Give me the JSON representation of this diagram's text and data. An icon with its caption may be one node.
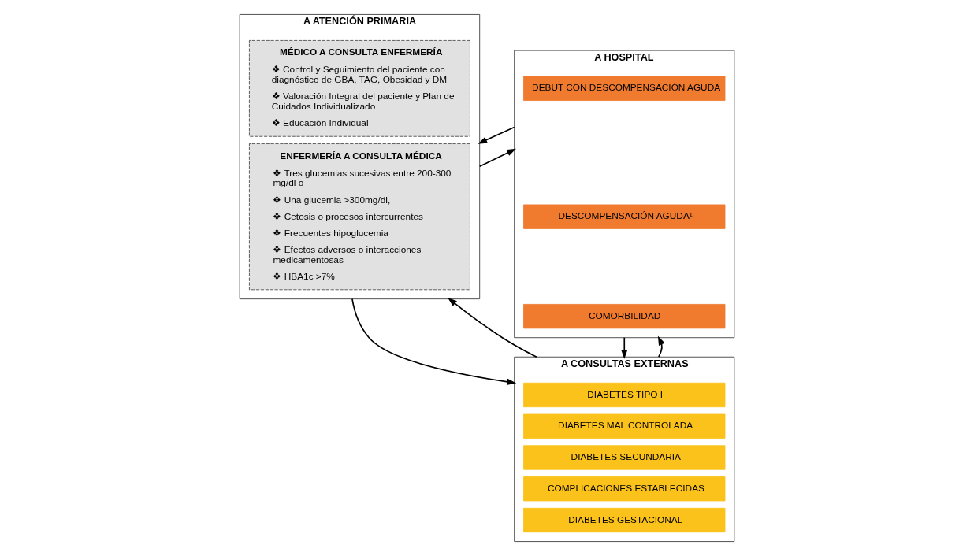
{
  "diagram": {
    "nodes": [
      {
        "text": [
          "A ATENCIÓN PRIMARIA"
        ]
      },
      {
        "text": [
          "MÉDICO A CONSULTA ENFERMERÍA",
          "❖ Control y Seguimiento del paciente con diagnóstico de GBA, TAG, Obesidad y DM",
          "❖ Valoración Integral del paciente y Plan de Cuidados Individualizado",
          "❖ Educación Individual"
        ],
        "in": 0
      },
      {
        "text": [
          "ENFERMERÍA A CONSULTA MÉDICA",
          "❖ Tres glucemias sucesivas entre 200-300 mg/dl o",
          "❖ Una glucemia >300mg/dl,",
          "❖ Cetosis o procesos intercurrentes",
          "❖ Frecuentes hipoglucemia",
          "❖ Efectos adversos o interacciones medicamentosas",
          "❖ HBA1c >7%"
        ],
        "in": 0
      },
      {
        "text": [
          "A HOSPITAL"
        ]
      },
      {
        "text": [
          "DEBUT CON DESCOMPENSACIÓN AGUDA"
        ],
        "in": 3
      },
      {
        "text": [
          "DESCOMPENSACIÓN AGUDA¹"
        ],
        "in": 3
      },
      {
        "text": [
          "COMORBILIDAD"
        ],
        "in": 3
      },
      {
        "text": [
          "A CONSULTAS EXTERNAS"
        ]
      },
      {
        "text": [
          "DIABETES TIPO I"
        ],
        "in": 7
      },
      {
        "text": [
          "DIABETES MAL CONTROLADA"
        ],
        "in": 7
      },
      {
        "text": [
          "DIABETES SECUNDARIA"
        ],
        "in": 7
      },
      {
        "text": [
          "COMPLICACIONES ESTABLECIDAS"
        ],
        "in": 7
      },
      {
        "text": [
          "DIABETES GESTACIONAL"
        ],
        "in": 7
      }
    ],
    "edges": [
      {
        "from": 0,
        "to": 3,
        "arrow": "to"
      },
      {
        "from": 3,
        "to": 0,
        "arrow": "to"
      },
      {
        "from": 3,
        "to": 7,
        "arrow": "to"
      },
      {
        "from": 7,
        "to": 3,
        "arrow": "to"
      },
      {
        "from": 0,
        "to": 7,
        "arrow": "to"
      },
      {
        "from": 7,
        "to": 0,
        "arrow": "to"
      }
    ]
  }
}
